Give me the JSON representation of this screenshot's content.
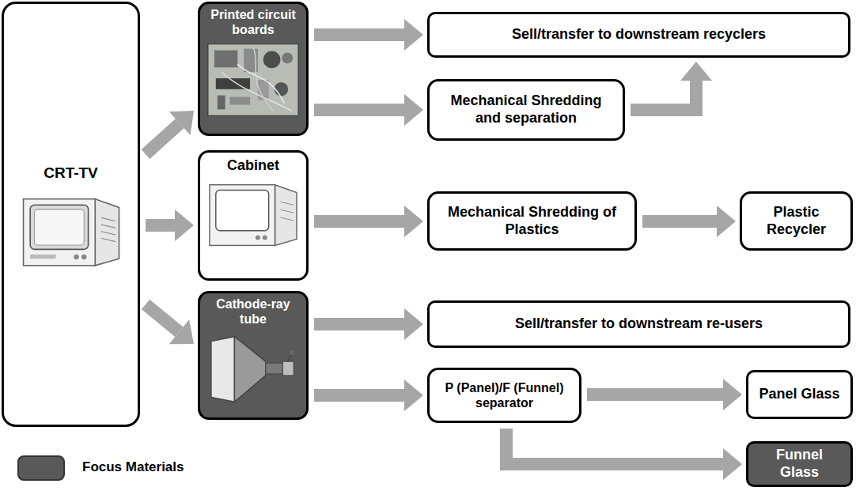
{
  "diagram": {
    "nodes": [
      {
        "text": [
          "CRT-TV"
        ]
      },
      {
        "text": [
          "Printed circuit boards"
        ]
      },
      {
        "text": [
          "Sell/transfer to downstream recyclers"
        ]
      },
      {
        "text": [
          "Mechanical Shredding and separation"
        ]
      },
      {
        "text": [
          "Cabinet"
        ]
      },
      {
        "text": [
          "Mechanical Shredding of Plastics"
        ]
      },
      {
        "text": [
          "Plastic Recycler"
        ]
      },
      {
        "text": [
          "Cathode-ray tube"
        ]
      },
      {
        "text": [
          "Sell/transfer to downstream re-users"
        ]
      },
      {
        "text": [
          "P (Panel)/F (Funnel) separator"
        ]
      },
      {
        "text": [
          "Panel Glass"
        ]
      },
      {
        "text": [
          "Funnel Glass"
        ]
      }
    ],
    "edges": [
      {
        "from": 0,
        "to": 1,
        "arrow": "to"
      },
      {
        "from": 0,
        "to": 4,
        "arrow": "to"
      },
      {
        "from": 0,
        "to": 7,
        "arrow": "to"
      },
      {
        "from": 1,
        "to": 2,
        "arrow": "to"
      },
      {
        "from": 1,
        "to": 3,
        "arrow": "to"
      },
      {
        "from": 3,
        "to": 2,
        "arrow": "to"
      },
      {
        "from": 4,
        "to": 5,
        "arrow": "to"
      },
      {
        "from": 5,
        "to": 6,
        "arrow": "to"
      },
      {
        "from": 7,
        "to": 8,
        "arrow": "to"
      },
      {
        "from": 7,
        "to": 9,
        "arrow": "to"
      },
      {
        "from": 9,
        "to": 10,
        "arrow": "to"
      },
      {
        "from": 9,
        "to": 11,
        "arrow": "to"
      }
    ],
    "legend": [
      {
        "text": "Focus Materials",
        "color": "#595959"
      }
    ]
  }
}
